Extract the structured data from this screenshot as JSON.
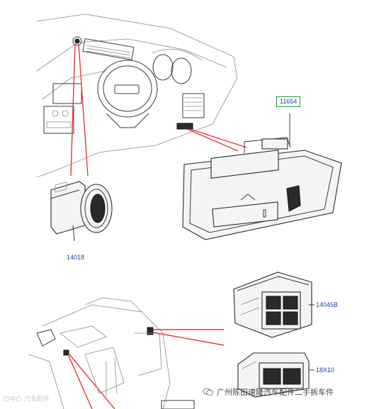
{
  "parts": {
    "main_switch": "11654",
    "fuel_flap": "14018",
    "lower_switch": "14045B",
    "bottom_switch": "18X10"
  },
  "watermarks": {
    "left": "凹中凸 汽车配件",
    "right": "广州陈田速隆汽车配件二手拆车件"
  },
  "colors": {
    "callout_line": "#e23b3b",
    "label_text": "#1d3fb0",
    "box_border": "#1f9a36"
  }
}
